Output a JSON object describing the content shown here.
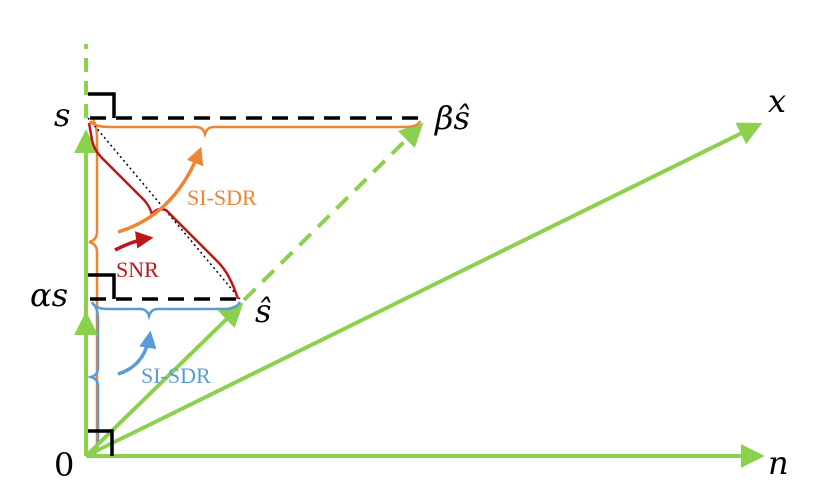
{
  "colors": {
    "green": "#8BD14E",
    "orange": "#EE8434",
    "red": "#C0141B",
    "blue": "#5B9BD5",
    "black": "#000000"
  },
  "labels": {
    "origin": "0",
    "s": "s",
    "alpha": "α",
    "alpha_s": "s",
    "beta": "β",
    "beta_s_hat": "ŝ",
    "s_hat": "ŝ",
    "x": "x",
    "n": "n"
  },
  "annotations": {
    "si_sdr_upper": "SI-SDR",
    "snr": "SNR",
    "si_sdr_lower": "SI-SDR"
  }
}
